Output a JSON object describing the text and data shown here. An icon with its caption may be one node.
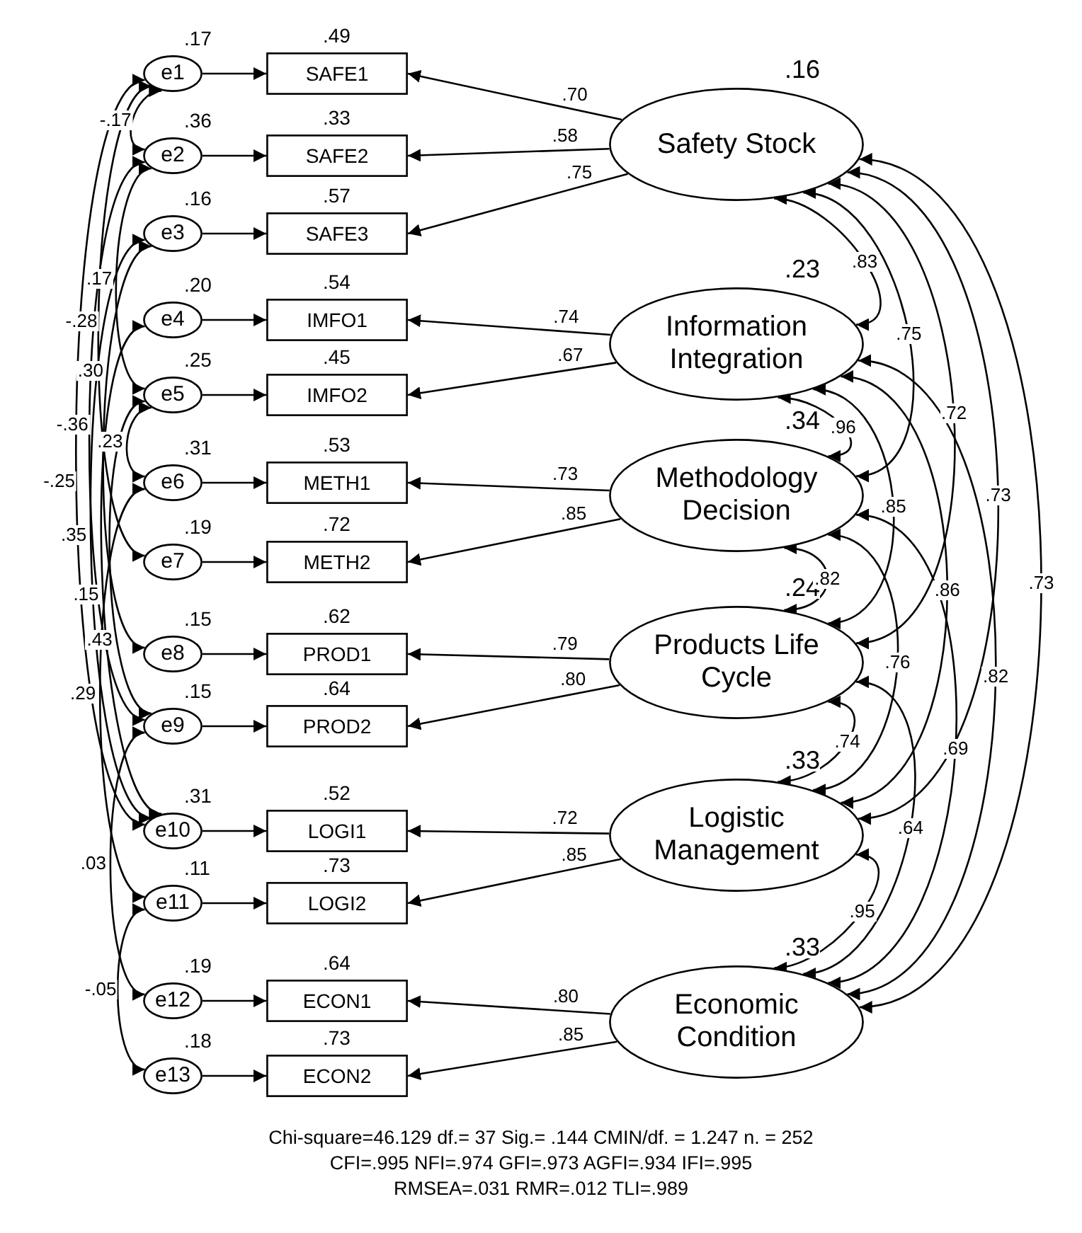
{
  "diagram": {
    "nodes": [
      {
        "text": [
          "e1"
        ],
        "beside": [
          ".17"
        ]
      },
      {
        "text": [
          "e2"
        ],
        "beside": [
          ".36"
        ]
      },
      {
        "text": [
          "e3"
        ],
        "beside": [
          ".16"
        ]
      },
      {
        "text": [
          "e4"
        ],
        "beside": [
          ".20"
        ]
      },
      {
        "text": [
          "e5"
        ],
        "beside": [
          ".25"
        ]
      },
      {
        "text": [
          "e6"
        ],
        "beside": [
          ".31"
        ]
      },
      {
        "text": [
          "e7"
        ],
        "beside": [
          ".19"
        ]
      },
      {
        "text": [
          "e8"
        ],
        "beside": [
          ".15"
        ]
      },
      {
        "text": [
          "e9"
        ],
        "beside": [
          ".15"
        ]
      },
      {
        "text": [
          "e10"
        ],
        "beside": [
          ".31"
        ]
      },
      {
        "text": [
          "e11"
        ],
        "beside": [
          ".11"
        ]
      },
      {
        "text": [
          "e12"
        ],
        "beside": [
          ".19"
        ]
      },
      {
        "text": [
          "e13"
        ],
        "beside": [
          ".18"
        ]
      },
      {
        "text": [
          "SAFE1"
        ],
        "beside": [
          ".49"
        ]
      },
      {
        "text": [
          "SAFE2"
        ],
        "beside": [
          ".33"
        ]
      },
      {
        "text": [
          "SAFE3"
        ],
        "beside": [
          ".57"
        ]
      },
      {
        "text": [
          "IMFO1"
        ],
        "beside": [
          ".54"
        ]
      },
      {
        "text": [
          "IMFO2"
        ],
        "beside": [
          ".45"
        ]
      },
      {
        "text": [
          "METH1"
        ],
        "beside": [
          ".53"
        ]
      },
      {
        "text": [
          "METH2"
        ],
        "beside": [
          ".72"
        ]
      },
      {
        "text": [
          "PROD1"
        ],
        "beside": [
          ".62"
        ]
      },
      {
        "text": [
          "PROD2"
        ],
        "beside": [
          ".64"
        ]
      },
      {
        "text": [
          "LOGI1"
        ],
        "beside": [
          ".52"
        ]
      },
      {
        "text": [
          "LOGI2"
        ],
        "beside": [
          ".73"
        ]
      },
      {
        "text": [
          "ECON1"
        ],
        "beside": [
          ".64"
        ]
      },
      {
        "text": [
          "ECON2"
        ],
        "beside": [
          ".73"
        ]
      },
      {
        "text": [
          "Safety Stock"
        ],
        "beside": [
          ".16"
        ]
      },
      {
        "text": [
          "Information Integration"
        ],
        "beside": [
          ".23"
        ]
      },
      {
        "text": [
          "Methodology Decision"
        ],
        "beside": [
          ".34"
        ]
      },
      {
        "text": [
          "Products Life Cycle"
        ],
        "beside": [
          ".24"
        ]
      },
      {
        "text": [
          "Logistic Management"
        ],
        "beside": [
          ".33"
        ]
      },
      {
        "text": [
          "Economic Condition"
        ],
        "beside": [
          ".33"
        ]
      }
    ],
    "edges": [
      {
        "from": 0,
        "to": 13,
        "arrow": "to"
      },
      {
        "from": 1,
        "to": 14,
        "arrow": "to"
      },
      {
        "from": 2,
        "to": 15,
        "arrow": "to"
      },
      {
        "from": 3,
        "to": 16,
        "arrow": "to"
      },
      {
        "from": 4,
        "to": 17,
        "arrow": "to"
      },
      {
        "from": 5,
        "to": 18,
        "arrow": "to"
      },
      {
        "from": 6,
        "to": 19,
        "arrow": "to"
      },
      {
        "from": 7,
        "to": 20,
        "arrow": "to"
      },
      {
        "from": 8,
        "to": 21,
        "arrow": "to"
      },
      {
        "from": 9,
        "to": 22,
        "arrow": "to"
      },
      {
        "from": 10,
        "to": 23,
        "arrow": "to"
      },
      {
        "from": 11,
        "to": 24,
        "arrow": "to"
      },
      {
        "from": 12,
        "to": 25,
        "arrow": "to"
      },
      {
        "from": 26,
        "to": 13,
        "arrow": "to",
        "label": ".70"
      },
      {
        "from": 26,
        "to": 14,
        "arrow": "to",
        "label": ".58"
      },
      {
        "from": 26,
        "to": 15,
        "arrow": "to",
        "label": ".75"
      },
      {
        "from": 27,
        "to": 16,
        "arrow": "to",
        "label": ".74"
      },
      {
        "from": 27,
        "to": 17,
        "arrow": "to",
        "label": ".67"
      },
      {
        "from": 28,
        "to": 18,
        "arrow": "to",
        "label": ".73"
      },
      {
        "from": 28,
        "to": 19,
        "arrow": "to",
        "label": ".85"
      },
      {
        "from": 29,
        "to": 20,
        "arrow": "to",
        "label": ".79"
      },
      {
        "from": 29,
        "to": 21,
        "arrow": "to",
        "label": ".80"
      },
      {
        "from": 30,
        "to": 22,
        "arrow": "to",
        "label": ".72"
      },
      {
        "from": 30,
        "to": 23,
        "arrow": "to",
        "label": ".85"
      },
      {
        "from": 31,
        "to": 24,
        "arrow": "to",
        "label": ".80"
      },
      {
        "from": 31,
        "to": 25,
        "arrow": "to",
        "label": ".85"
      },
      {
        "from": 0,
        "to": 1,
        "arrow": "both",
        "label": "-.17"
      },
      {
        "from": 1,
        "to": 4,
        "arrow": "both",
        "label": ".17"
      },
      {
        "from": 0,
        "to": 6,
        "arrow": "both",
        "label": "-.28"
      },
      {
        "from": 2,
        "to": 7,
        "arrow": "both",
        "label": ".30"
      },
      {
        "from": 1,
        "to": 8,
        "arrow": "both",
        "label": "-.36"
      },
      {
        "from": 0,
        "to": 9,
        "arrow": "both",
        "label": "-.25"
      },
      {
        "from": 2,
        "to": 9,
        "arrow": "both",
        "label": ".35"
      },
      {
        "from": 3,
        "to": 9,
        "arrow": "both",
        "label": ".15"
      },
      {
        "from": 4,
        "to": 8,
        "arrow": "both",
        "label": ".43"
      },
      {
        "from": 5,
        "to": 10,
        "arrow": "both",
        "label": ".29"
      },
      {
        "from": 4,
        "to": 5,
        "arrow": "both",
        "label": ".23"
      },
      {
        "from": 8,
        "to": 11,
        "arrow": "both",
        "label": ".03"
      },
      {
        "from": 10,
        "to": 12,
        "arrow": "both",
        "label": "-.05"
      },
      {
        "from": 26,
        "to": 27,
        "arrow": "both",
        "label": ".83"
      },
      {
        "from": 26,
        "to": 28,
        "arrow": "both",
        "label": ".75"
      },
      {
        "from": 26,
        "to": 29,
        "arrow": "both",
        "label": ".72"
      },
      {
        "from": 26,
        "to": 30,
        "arrow": "both",
        "label": ".73"
      },
      {
        "from": 26,
        "to": 31,
        "arrow": "both",
        "label": ".73"
      },
      {
        "from": 27,
        "to": 28,
        "arrow": "both",
        "label": ".96"
      },
      {
        "from": 27,
        "to": 29,
        "arrow": "both",
        "label": ".85"
      },
      {
        "from": 27,
        "to": 30,
        "arrow": "both",
        "label": ".86"
      },
      {
        "from": 27,
        "to": 31,
        "arrow": "both",
        "label": ".82"
      },
      {
        "from": 28,
        "to": 29,
        "arrow": "both",
        "label": ".82"
      },
      {
        "from": 28,
        "to": 30,
        "arrow": "both",
        "label": ".76"
      },
      {
        "from": 28,
        "to": 31,
        "arrow": "both",
        "label": ".69"
      },
      {
        "from": 29,
        "to": 30,
        "arrow": "both",
        "label": ".74"
      },
      {
        "from": 29,
        "to": 31,
        "arrow": "both",
        "label": ".64"
      },
      {
        "from": 30,
        "to": 31,
        "arrow": "both",
        "label": ".95"
      }
    ],
    "labels": [
      "Chi-square=46.129   df.= 37   Sig.= .144 CMIN/df. = 1.247   n. = 252",
      "CFI=.995  NFI=.974  GFI=.973  AGFI=.934  IFI=.995",
      "RMSEA=.031 RMR=.012 TLI=.989"
    ]
  }
}
